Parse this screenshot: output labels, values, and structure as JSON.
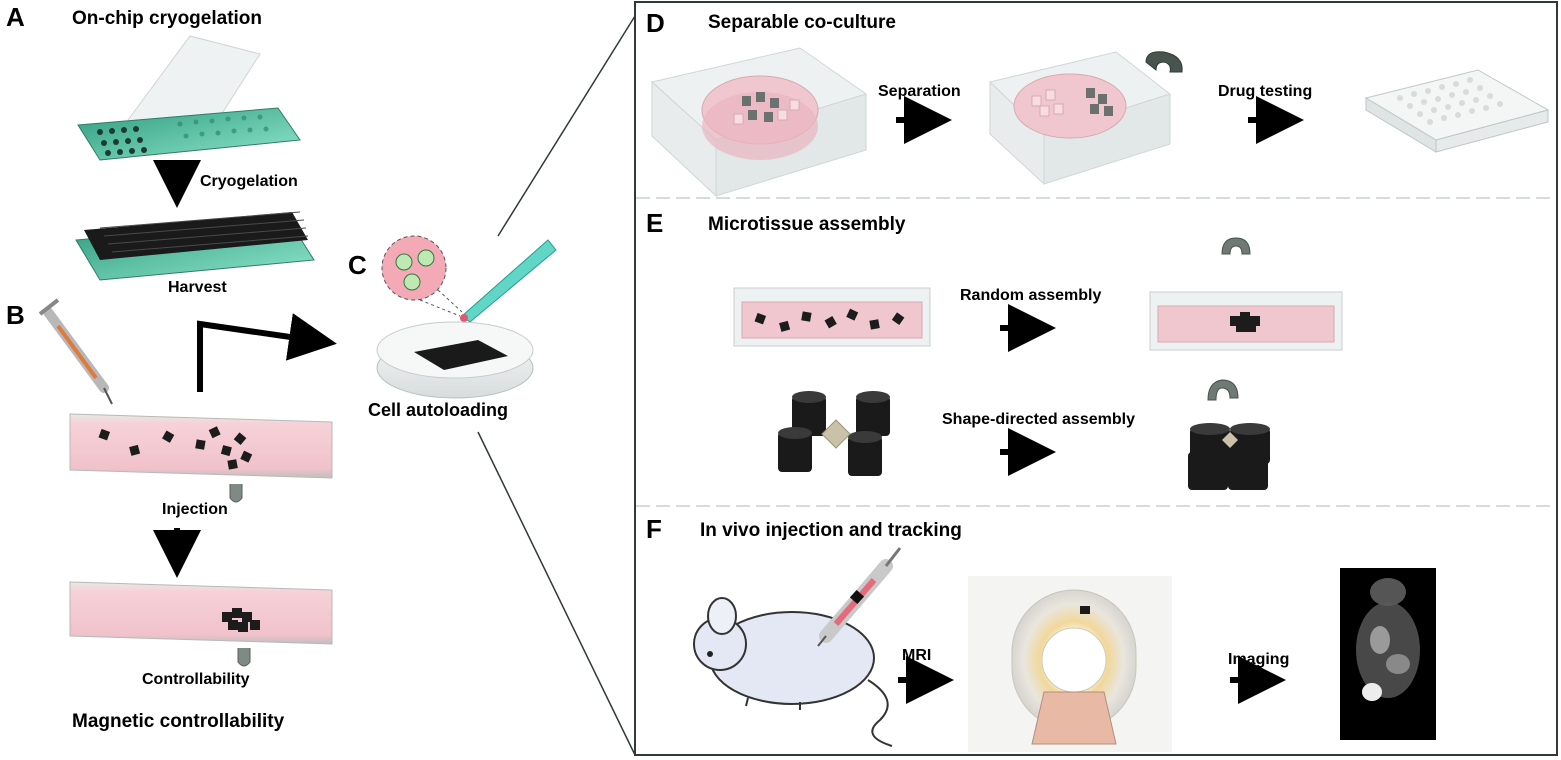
{
  "panels": {
    "a": {
      "letter": "A",
      "title": "On-chip cryogelation",
      "step_label": "Cryogelation",
      "bottom_label": "Harvest"
    },
    "b": {
      "letter": "B",
      "injection_label": "Injection",
      "controllability_label": "Controllability",
      "footer_title": "Magnetic controllability"
    },
    "c": {
      "letter": "C",
      "label": "Cell autoloading"
    },
    "d": {
      "letter": "D",
      "title": "Separable co-culture",
      "arrow1_label": "Separation",
      "arrow2_label": "Drug testing"
    },
    "e": {
      "letter": "E",
      "title": "Microtissue assembly",
      "arrow1_label": "Random assembly",
      "arrow2_label": "Shape-directed assembly"
    },
    "f": {
      "letter": "F",
      "title": "In vivo injection and tracking",
      "arrow1_label": "MRI",
      "arrow2_label": "Imaging"
    }
  },
  "colors": {
    "chip_green": "#4fc8a8",
    "medium_pink": "#f3c8cf",
    "gel_black": "#1c1c1c",
    "magnet_gray": "#6f7a74",
    "divider": "#c9d0d3",
    "frame": "#2f3b34"
  }
}
